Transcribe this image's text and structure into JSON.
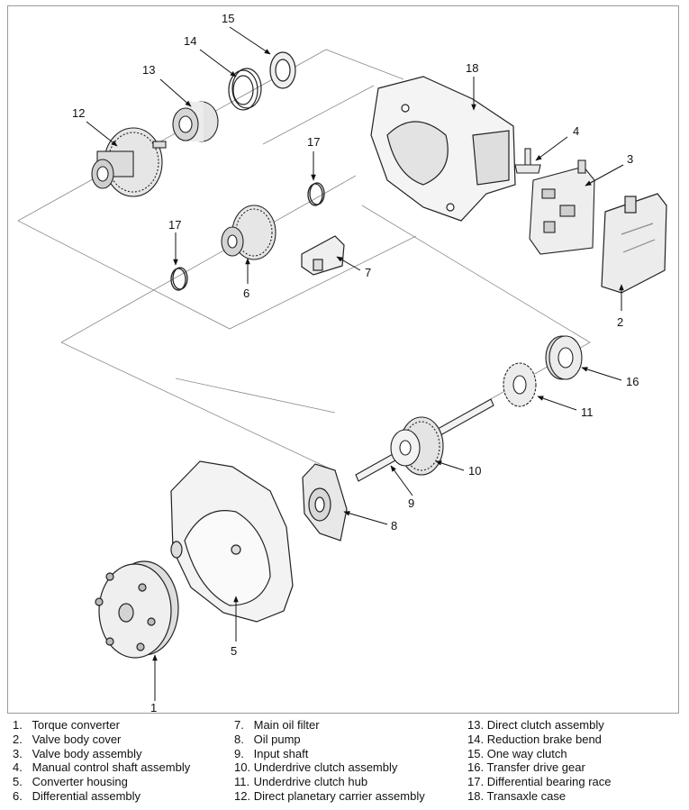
{
  "callouts": {
    "c1": "1",
    "c2": "2",
    "c3": "3",
    "c4": "4",
    "c5": "5",
    "c6": "6",
    "c7": "7",
    "c8": "8",
    "c9": "9",
    "c10": "10",
    "c11": "11",
    "c12": "12",
    "c13": "13",
    "c14": "14",
    "c15": "15",
    "c16": "16",
    "c17a": "17",
    "c17b": "17",
    "c18": "18"
  },
  "legend": {
    "col1": [
      {
        "num": "1.",
        "text": "Torque converter"
      },
      {
        "num": "2.",
        "text": "Valve body cover"
      },
      {
        "num": "3.",
        "text": "Valve body assembly"
      },
      {
        "num": "4.",
        "text": "Manual control shaft assembly"
      },
      {
        "num": "5.",
        "text": "Converter housing"
      },
      {
        "num": "6.",
        "text": "Differential assembly"
      }
    ],
    "col2": [
      {
        "num": "7.",
        "text": "Main oil filter"
      },
      {
        "num": "8.",
        "text": "Oil pump"
      },
      {
        "num": "9.",
        "text": "Input shaft"
      },
      {
        "num": "10.",
        "text": " Underdrive clutch assembly"
      },
      {
        "num": "11.",
        "text": " Underdrive clutch hub"
      },
      {
        "num": "12.",
        "text": " Direct planetary carrier assembly"
      }
    ],
    "col3": [
      {
        "num": "13.",
        "text": "Direct clutch assembly"
      },
      {
        "num": "14.",
        "text": "Reduction brake bend"
      },
      {
        "num": "15.",
        "text": "One way clutch"
      },
      {
        "num": "16.",
        "text": "Transfer drive gear"
      },
      {
        "num": "17.",
        "text": "Differential bearing race"
      },
      {
        "num": "18.",
        "text": "Transaxle case"
      }
    ]
  }
}
